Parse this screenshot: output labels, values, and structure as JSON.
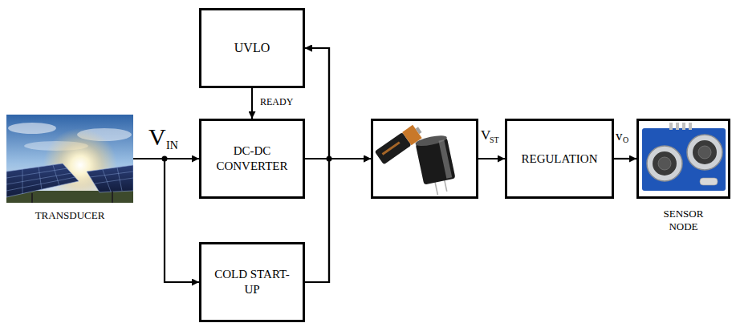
{
  "diagram": {
    "nodes": [
      {
        "text": [
          "TRANSDUCER"
        ]
      },
      {
        "text": [
          "UVLO"
        ]
      },
      {
        "text": [
          "DC-DC CONVERTER"
        ]
      },
      {
        "text": [
          "COLD START-UP"
        ]
      },
      {
        "text": []
      },
      {
        "text": [
          "REGULATION"
        ]
      },
      {
        "text": [
          "SENSOR NODE"
        ]
      }
    ],
    "edges": [
      {
        "from": 0,
        "to": 2,
        "arrow": "to"
      },
      {
        "from": 0,
        "to": 3,
        "arrow": "to"
      },
      {
        "from": 1,
        "to": 2,
        "label": "READY",
        "arrow": "to"
      },
      {
        "from": 2,
        "to": 4,
        "arrow": "to"
      },
      {
        "from": 3,
        "to": 4,
        "arrow": "to"
      },
      {
        "from": 2,
        "to": 1,
        "arrow": "to"
      },
      {
        "from": 3,
        "to": 1,
        "arrow": "to"
      },
      {
        "from": 4,
        "to": 5,
        "arrow": "to"
      },
      {
        "from": 5,
        "to": 6,
        "arrow": "to"
      }
    ],
    "labels": [
      "V",
      "IN",
      "V",
      "ST",
      "v",
      "O"
    ]
  }
}
